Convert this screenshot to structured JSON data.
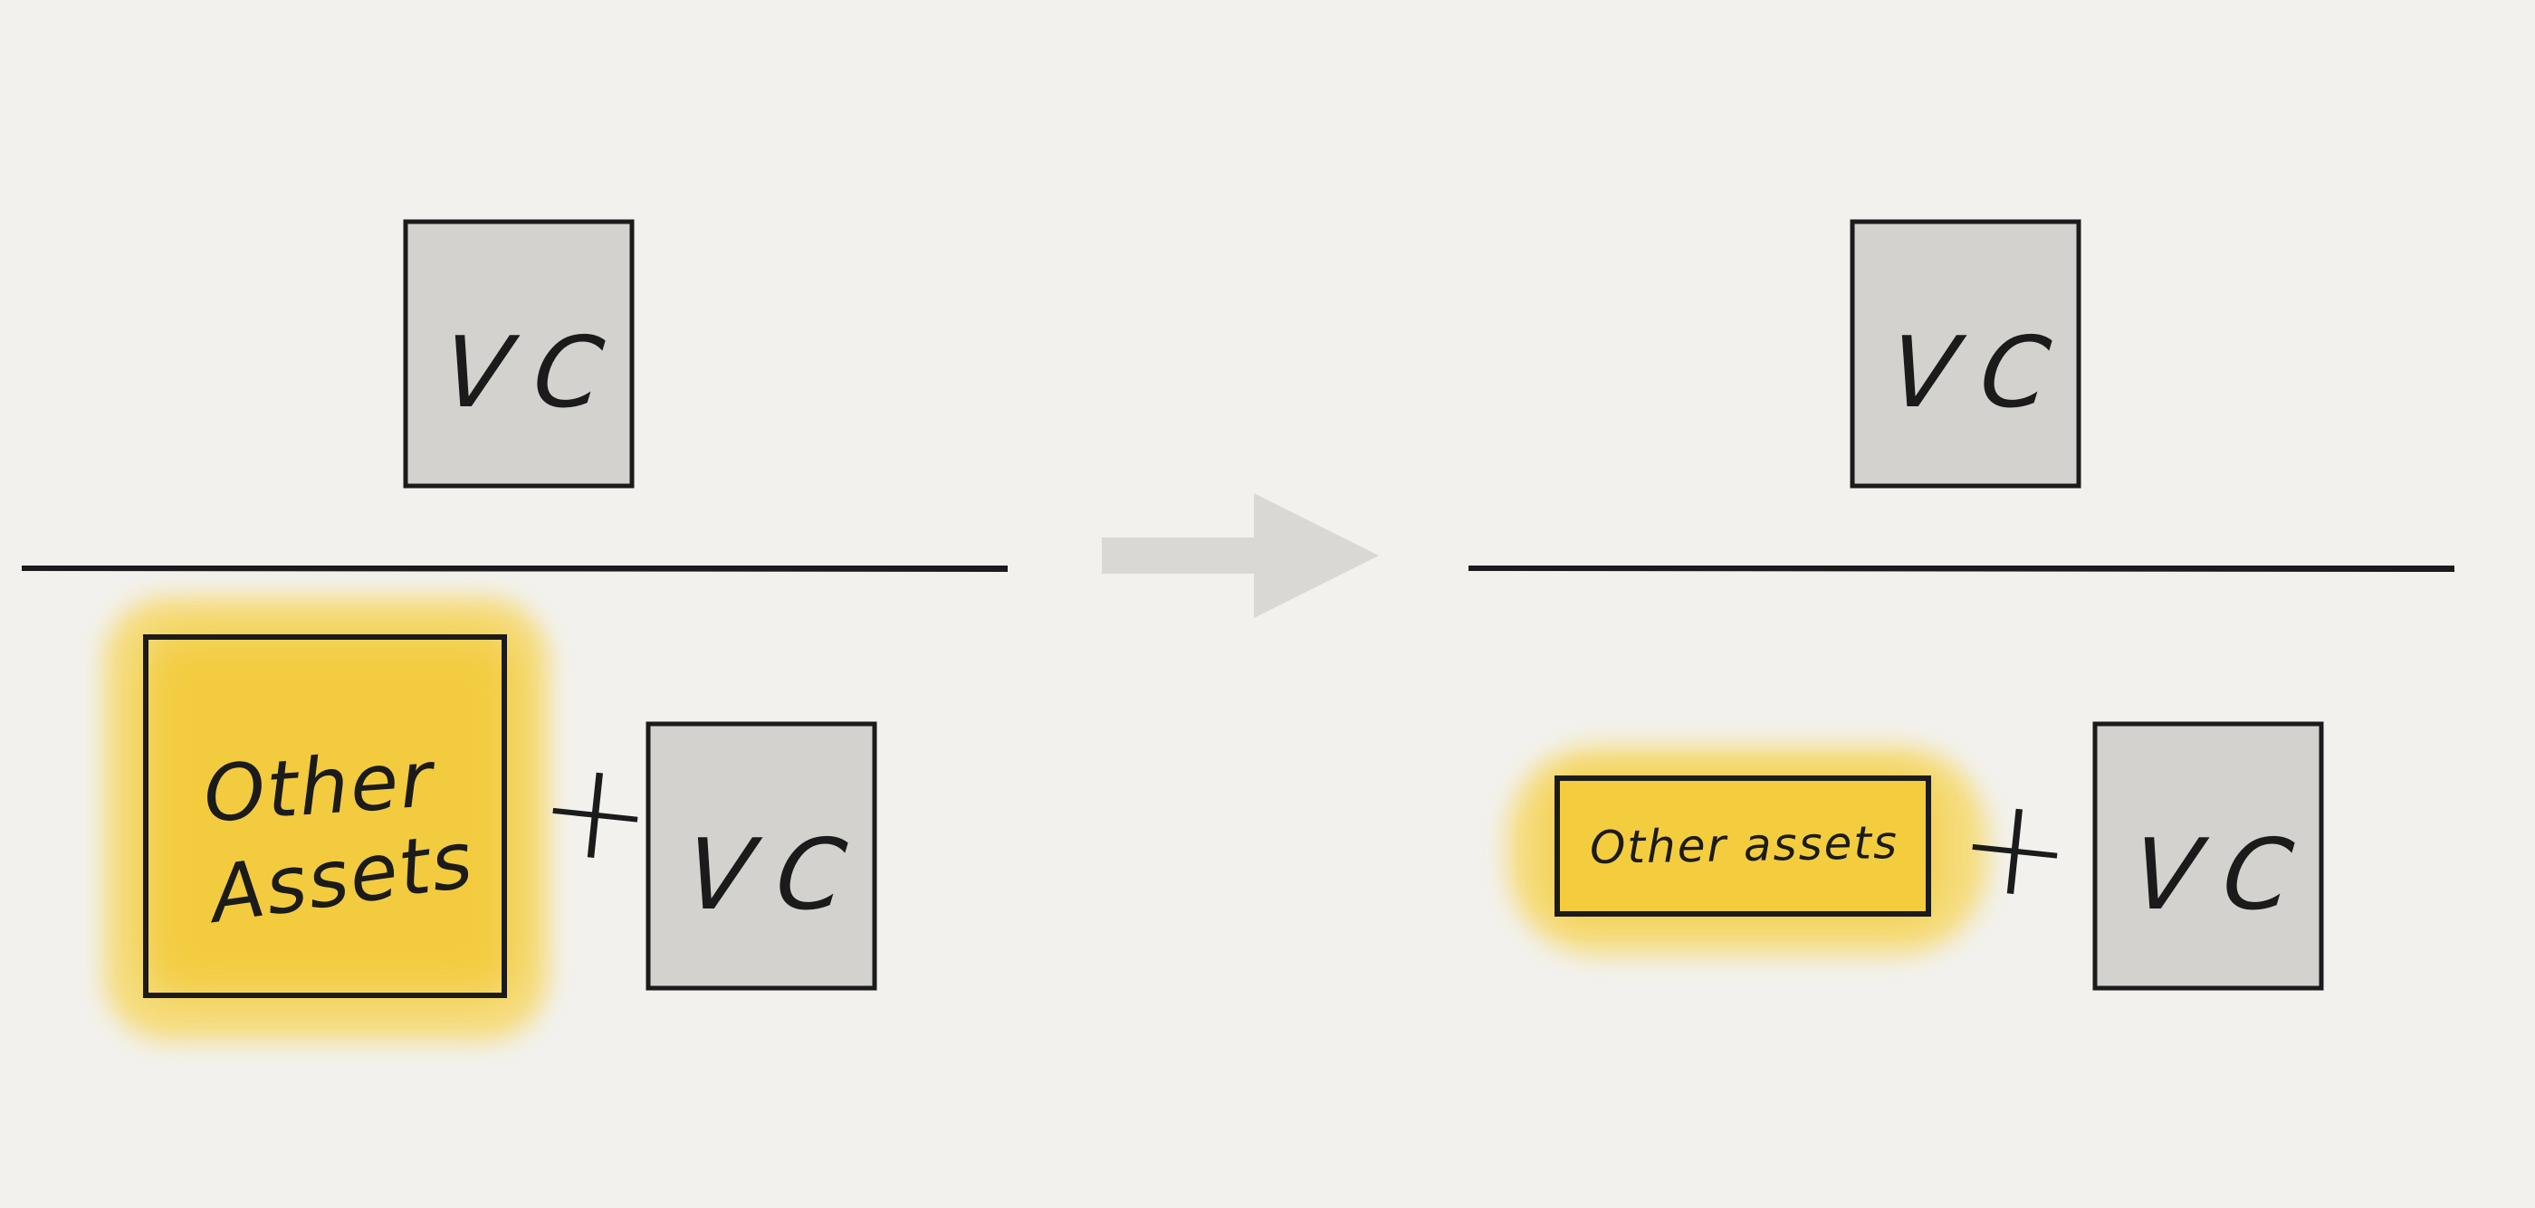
{
  "left_panel": {
    "numerator": {
      "label": "VC"
    },
    "denominator": {
      "highlight_box": {
        "label_line1": "Other",
        "label_line2": "Assets"
      },
      "plus": "+",
      "vc_box": {
        "label": "VC"
      }
    }
  },
  "transition_arrow": {
    "icon": "arrow-right-icon"
  },
  "right_panel": {
    "numerator": {
      "label": "VC"
    },
    "denominator": {
      "highlight_box": {
        "label": "Other assets"
      },
      "plus": "+",
      "vc_box": {
        "label": "VC"
      }
    }
  },
  "colors": {
    "background": "#f2f1ed",
    "box_gray": "#d4d2cf",
    "highlight_yellow": "#f4cc3a",
    "ink": "#1b1b1b",
    "arrow_gray": "#d9d8d5"
  }
}
